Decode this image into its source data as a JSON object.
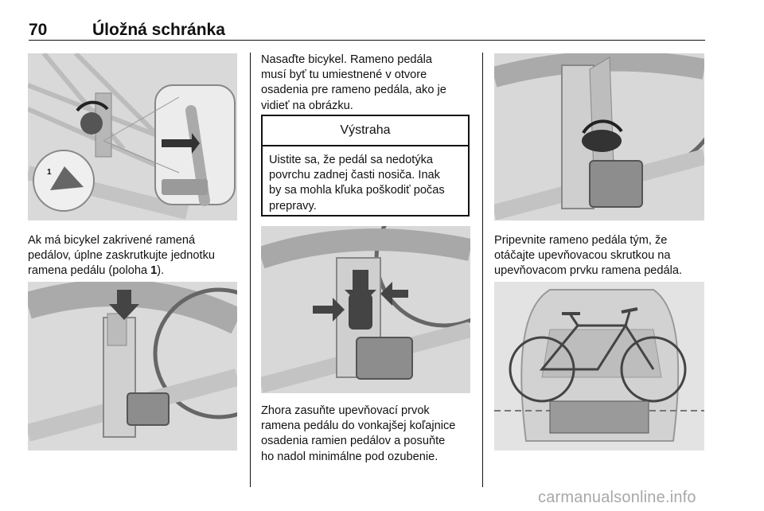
{
  "header": {
    "page_number": "70",
    "chapter_title": "Úložná schránka"
  },
  "col1": {
    "text1_lines": [
      "Ak má bicykel zakrivené ramená",
      "pedálov, úplne zaskrutkujte jednotku"
    ],
    "text1_line3_pre": "ramena pedálu (poloha ",
    "text1_line3_bold": "1",
    "text1_line3_post": ").",
    "callout_number": "1"
  },
  "col2": {
    "intro_lines": [
      "Nasaďte bicykel. Rameno pedála",
      "musí byť tu umiestnené v otvore",
      "osadenia pre rameno pedála, ako je",
      "vidieť na obrázku."
    ],
    "warning_title": "Výstraha",
    "warning_lines": [
      "Uistite sa, že pedál sa nedotýka",
      "povrchu zadnej časti nosiča. Inak",
      "by sa mohla kľuka poškodiť počas",
      "prepravy."
    ],
    "text2_lines": [
      "Zhora zasuňte upevňovací prvok",
      "ramena pedálu do vonkajšej koľajnice",
      "osadenia ramien pedálov a posuňte",
      "ho nadol minimálne pod ozubenie."
    ]
  },
  "col3": {
    "text_lines": [
      "Pripevnite rameno pedála tým, že",
      "otáčajte upevňovacou skrutkou na",
      "upevňovacom prvku ramena pedála."
    ]
  },
  "watermark": "carmanualsonline.info"
}
